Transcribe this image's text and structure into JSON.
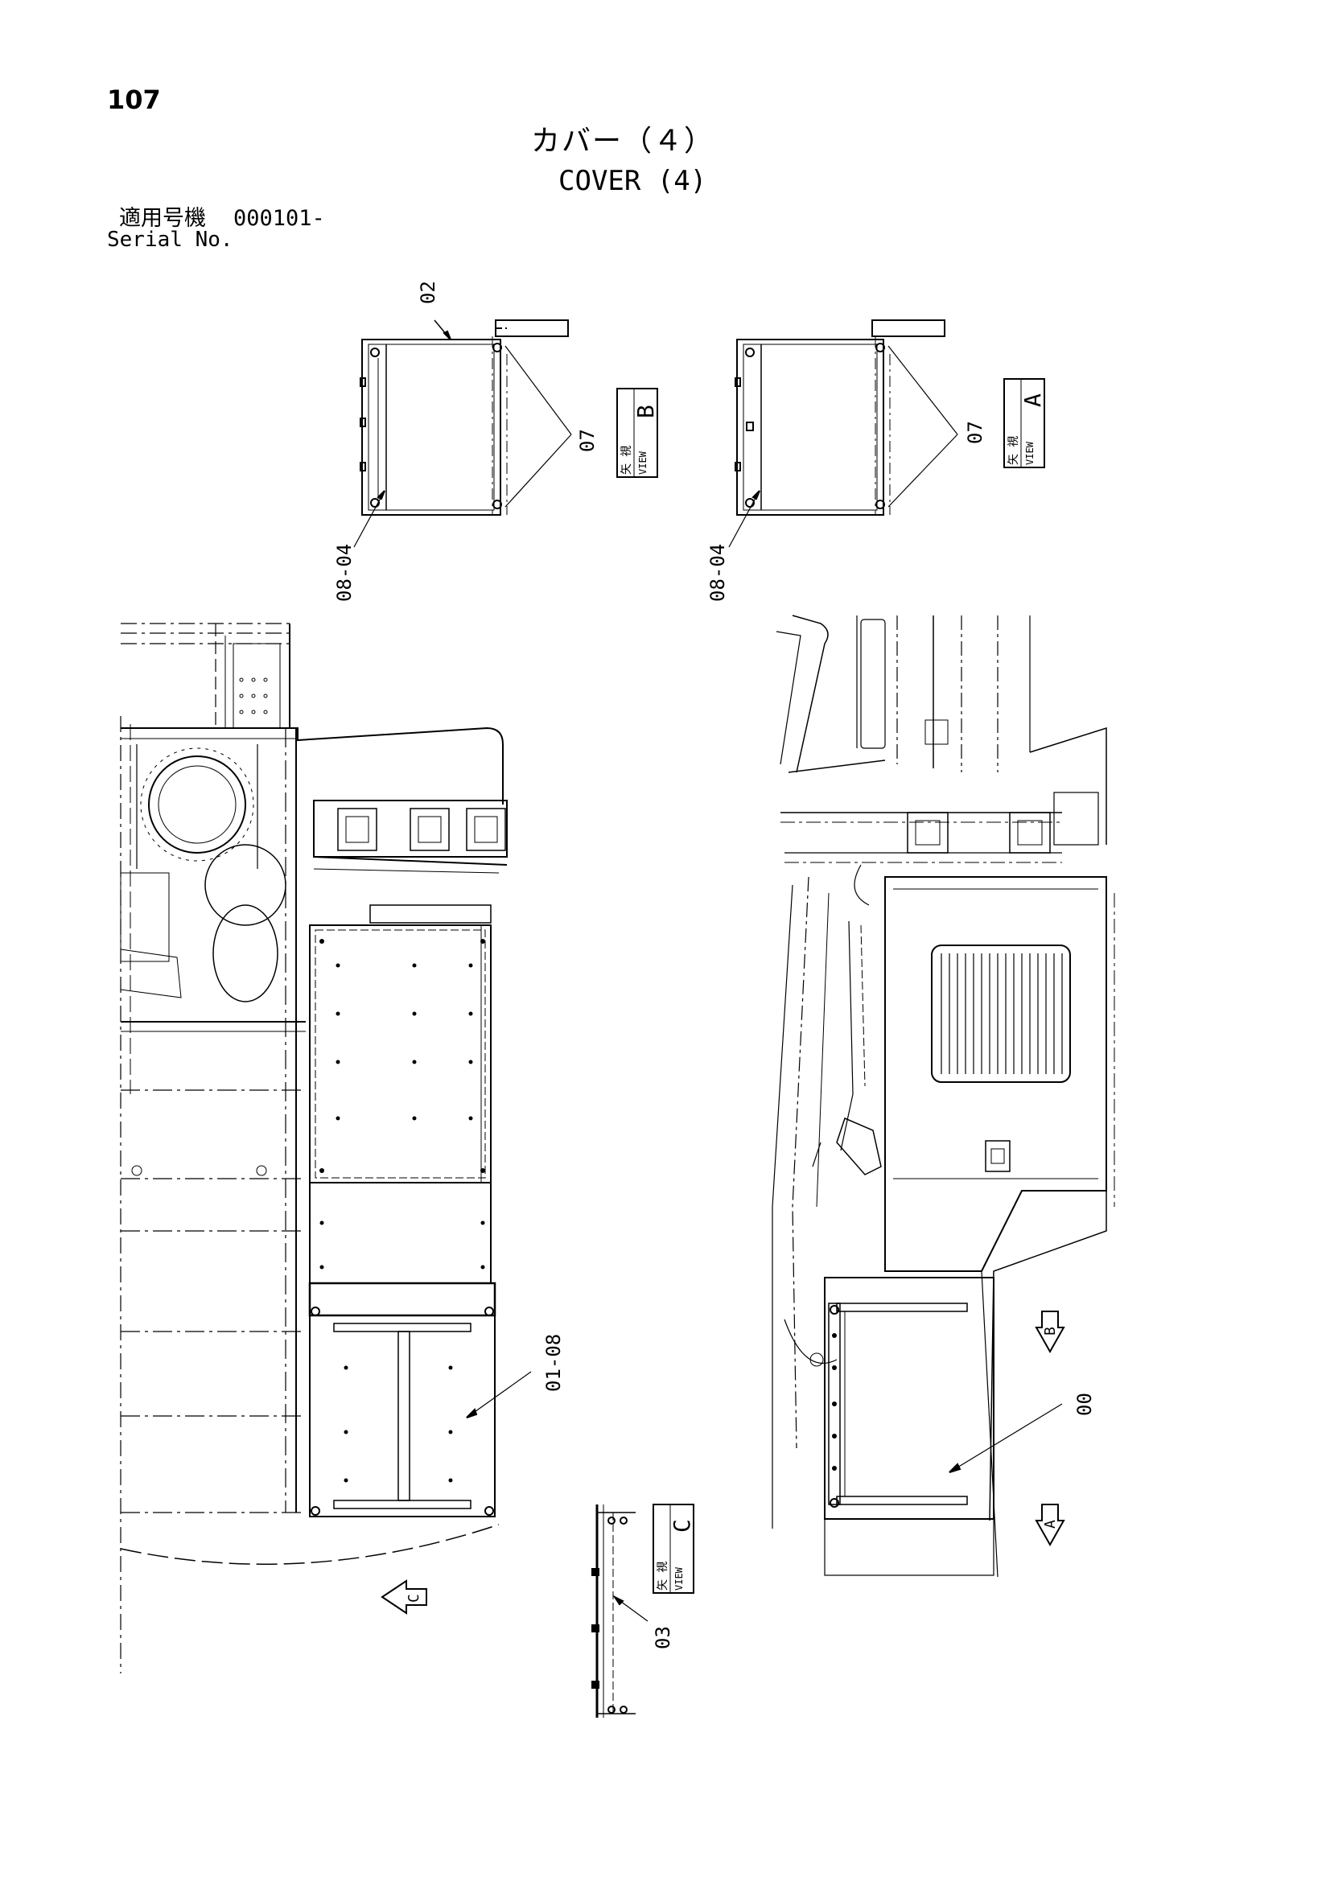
{
  "page": {
    "number": "107",
    "title_jp": "カバー（４）",
    "title_en": "COVER (4)",
    "serial_label_jp": "適用号機",
    "serial_value": "000101-",
    "serial_label_en": "Serial No."
  },
  "callouts": {
    "part_02": "02",
    "part_07_b": "07",
    "part_07_a": "07",
    "part_08_04_b": "08-04",
    "part_08_04_a": "08-04",
    "part_01_08": "01-08",
    "part_00": "00",
    "part_03": "03"
  },
  "view_boxes": {
    "b": {
      "jp": "矢 視",
      "en": "VIEW",
      "letter": "B"
    },
    "a": {
      "jp": "矢 視",
      "en": "VIEW",
      "letter": "A"
    },
    "c": {
      "jp": "矢 視",
      "en": "VIEW",
      "letter": "C"
    }
  },
  "view_arrows": {
    "b": "B",
    "a": "A",
    "c": "C"
  }
}
